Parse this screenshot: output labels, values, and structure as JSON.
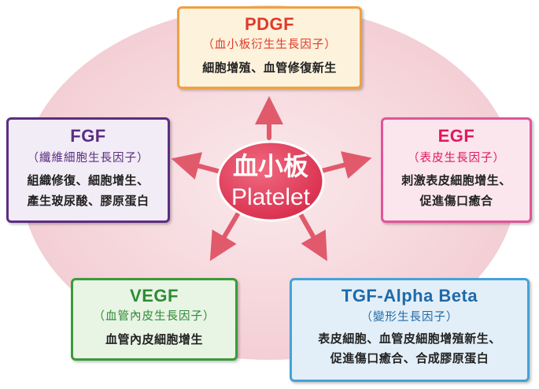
{
  "center": {
    "line1": "血小板",
    "line2": "Platelet"
  },
  "factors": [
    {
      "id": "pdgf",
      "title": "PDGF",
      "subtitle": "（血小板衍生生長因子）",
      "desc_lines": [
        "細胞增殖、血管修復新生"
      ]
    },
    {
      "id": "fgf",
      "title": "FGF",
      "subtitle": "（纖維細胞生長因子）",
      "desc_lines": [
        "組織修復、細胞增生、",
        "產生玻尿酸、膠原蛋白"
      ]
    },
    {
      "id": "egf",
      "title": "EGF",
      "subtitle": "（表皮生長因子）",
      "desc_lines": [
        "刺激表皮細胞增生、",
        "促進傷口癒合"
      ]
    },
    {
      "id": "vegf",
      "title": "VEGF",
      "subtitle": "（血管內皮生長因子）",
      "desc_lines": [
        "血管內皮細胞增生"
      ]
    },
    {
      "id": "tgf",
      "title": "TGF-Alpha Beta",
      "subtitle": "（變形生長因子）",
      "desc_lines": [
        "表皮細胞、血管皮細胞增殖新生、",
        "促進傷口癒合、合成膠原蛋白"
      ]
    }
  ],
  "colors": {
    "background_ellipse": "#f6d8dc",
    "center_fill": "#e0445e",
    "arrow": "#e05a6c"
  }
}
